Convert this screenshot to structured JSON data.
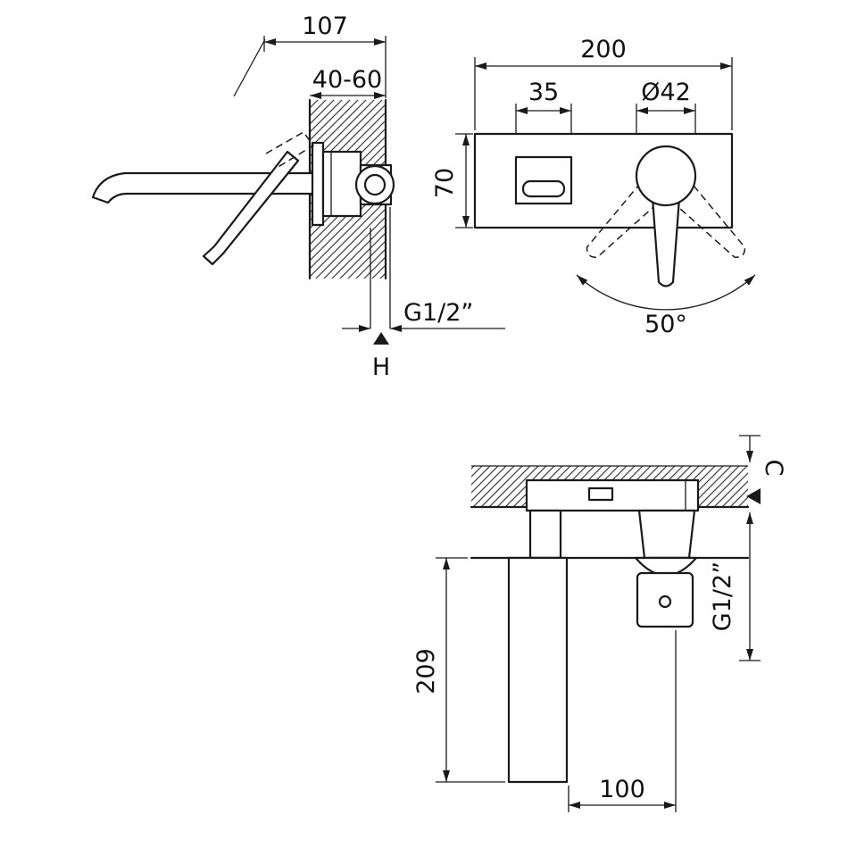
{
  "colors": {
    "line": "#1a1a1a",
    "background": "#ffffff"
  },
  "drawing": {
    "views": {
      "side": {
        "spout_projection": "107",
        "wall_depth_range": "40-60",
        "thread": "G1/2”",
        "wall_datum": "H"
      },
      "front": {
        "plate_width": "200",
        "spout_width": "35",
        "handle_diameter": "Ø42",
        "plate_height": "70",
        "handle_angle": "50°"
      },
      "bottom": {
        "surface_datum": "C",
        "spout_length": "209",
        "handle_offset": "100",
        "thread": "G1/2”"
      }
    }
  }
}
